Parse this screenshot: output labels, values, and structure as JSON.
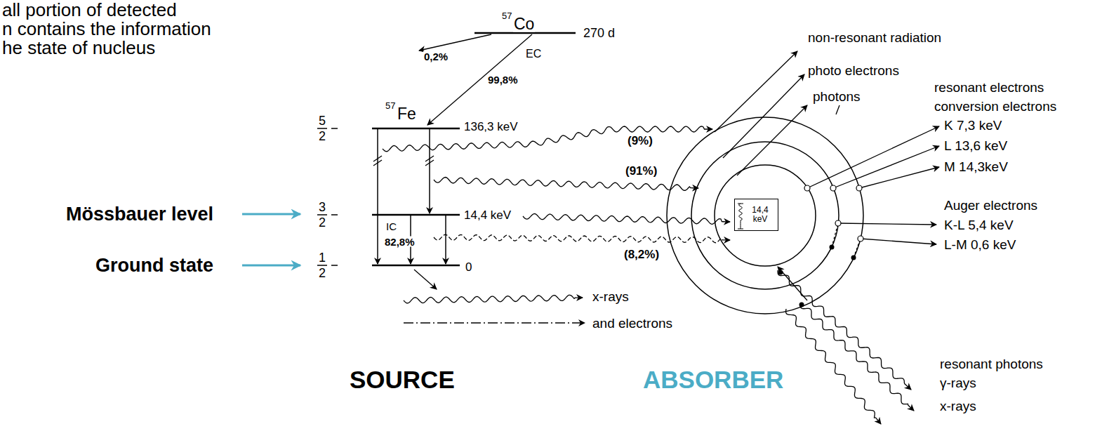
{
  "diagram": {
    "nodes": [
      {
        "text": [
          "14,4 keV"
        ]
      }
    ],
    "labels": [
      "all portion of detected",
      "n contains the information",
      "he state of nucleus",
      "57",
      "Co",
      "270 d",
      "0,2%",
      "EC",
      "99,8%",
      "5",
      "2",
      "57",
      "Fe",
      "136,3 keV",
      "(9%)",
      "(91%)",
      "Mössbauer level",
      "3",
      "2",
      "14,4 keV",
      "IC",
      "82,8%",
      "(8,2%)",
      "Ground state",
      "1",
      "2",
      "0",
      "x-rays",
      "and electrons",
      "SOURCE",
      "ABSORBER",
      "non-resonant radiation",
      "photo electrons",
      "photons",
      "resonant electrons",
      "conversion electrons",
      "K 7,3 keV",
      "L 13,6 keV",
      "M 14,3keV",
      "Auger electrons",
      "K-L 5,4 keV",
      "L-M 0,6 keV",
      "resonant photons",
      "γ-rays",
      "x-rays"
    ]
  }
}
